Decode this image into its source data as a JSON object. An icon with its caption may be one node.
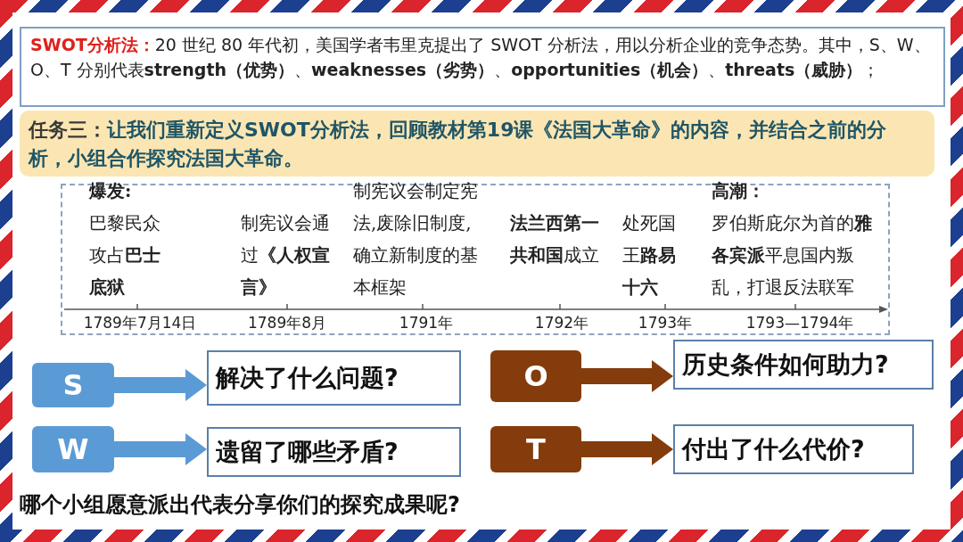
{
  "diagram": {
    "nodes": [
      {
        "text": [
          "SWOT分析法：",
          "20 世纪 80 年代初，美国学者韦里克提出了 SWOT 分析法，用以分析企业的竞争态势。其中，S、W、O、T 分别代表**strength（优势）**、**weaknesses（劣势）**、**opportunities（机会）**、**threats（威胁）**；"
        ]
      },
      {
        "text": [
          "任务三：",
          "让我们重新定义SWOT分析法，回顾教材第19课《法国大革命》的内容，并结合之前的分析，小组合作探究法国大革命。"
        ]
      },
      {
        "text": [
          "S"
        ]
      },
      {
        "text": [
          "解决了什么问题?"
        ]
      },
      {
        "text": [
          "O"
        ]
      },
      {
        "text": [
          "历史条件如何助力?"
        ]
      },
      {
        "text": [
          "W"
        ]
      },
      {
        "text": [
          "遗留了哪些矛盾?"
        ]
      },
      {
        "text": [
          "T"
        ]
      },
      {
        "text": [
          "付出了什么代价?"
        ]
      }
    ],
    "edges": [
      {
        "from": 2,
        "to": 3,
        "arrow": "to",
        "color": "#5b9bd5"
      },
      {
        "from": 4,
        "to": 5,
        "arrow": "to",
        "color": "#843c0c"
      },
      {
        "from": 6,
        "to": 7,
        "arrow": "to",
        "color": "#5b9bd5"
      },
      {
        "from": 8,
        "to": 9,
        "arrow": "to",
        "color": "#843c0c"
      }
    ],
    "labels": [
      "爆发:",
      "巴黎民众攻占**巴士底狱**",
      "制宪议会通过**《人权宣言》**",
      "制宪议会制定宪法,废除旧制度,确立新制度的基本框架",
      "**法兰西第一共和国**成立",
      "处死国王**路易十六**",
      "高潮：",
      "罗伯斯庇尔为首的**雅各宾派**平息国内叛乱，打退反法联军",
      "1789年7月14日",
      "1789年8月",
      "1791年",
      "1792年",
      "1793年",
      "1793—1794年",
      "哪个小组愿意派出代表分享你们的探究成果呢?"
    ]
  }
}
